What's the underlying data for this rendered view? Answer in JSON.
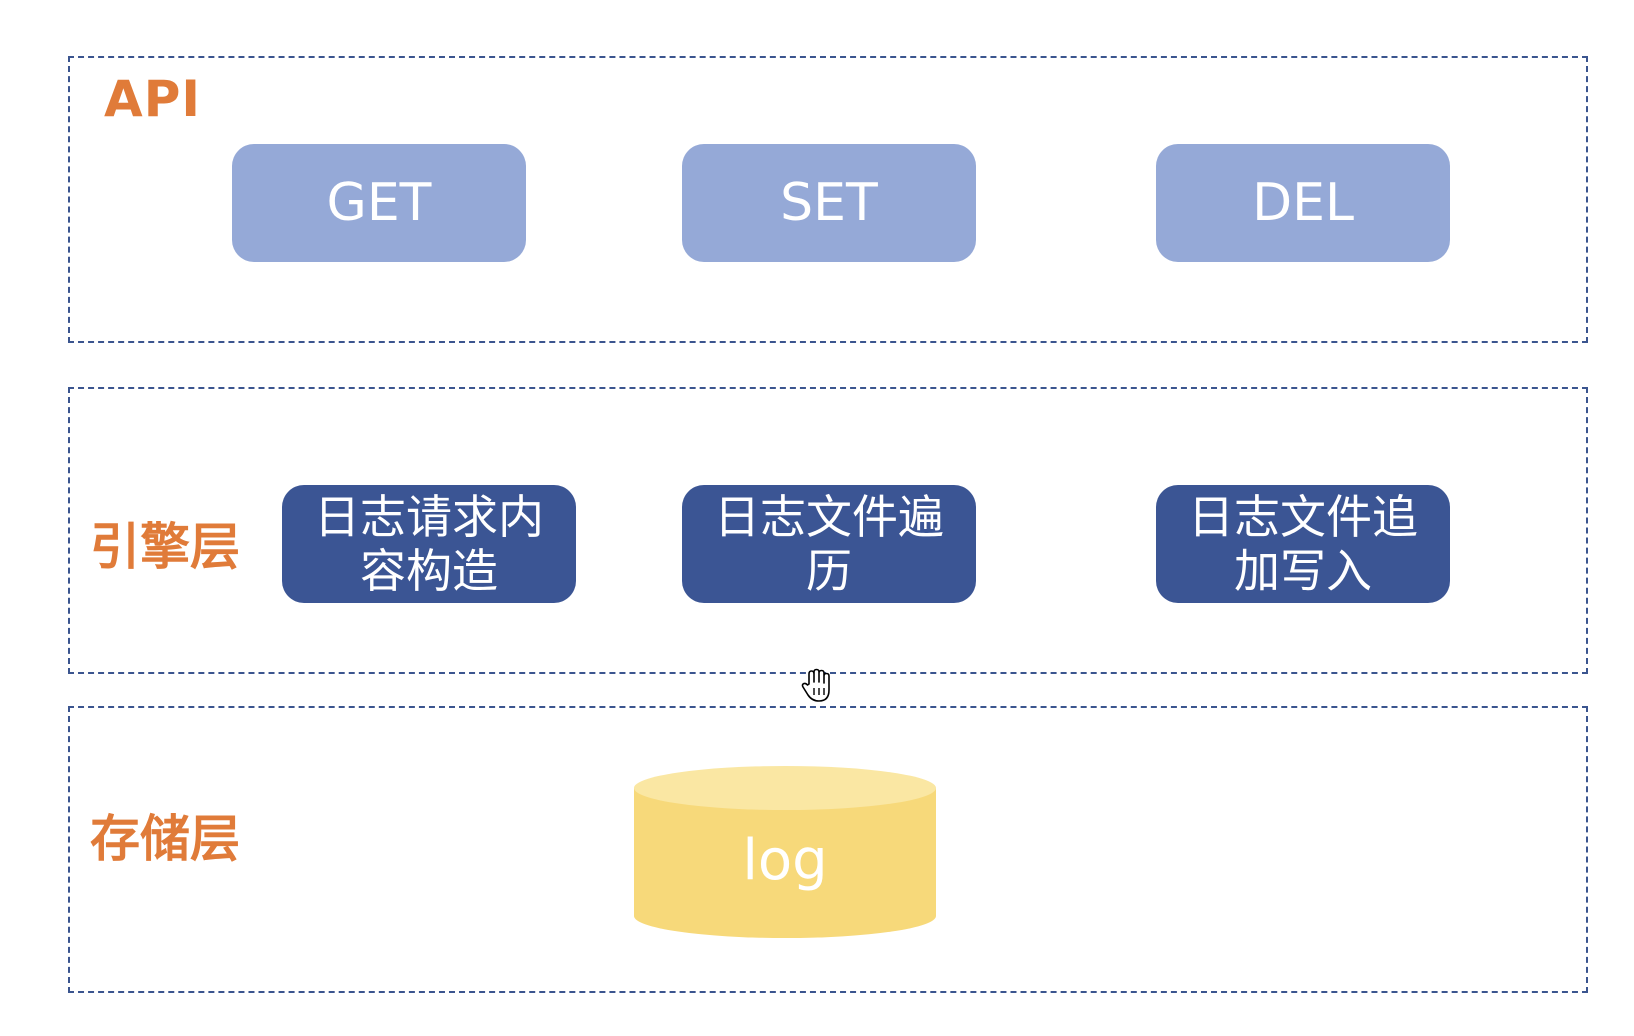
{
  "layers": {
    "api": {
      "label": "API",
      "boxes": [
        "GET",
        "SET",
        "DEL"
      ]
    },
    "engine": {
      "label": "引擎层",
      "boxes": [
        "日志请求内容构造",
        "日志文件遍历",
        "日志文件追加写入"
      ]
    },
    "storage": {
      "label": "存储层",
      "store": "log"
    }
  },
  "colors": {
    "label_accent": "#e07b39",
    "dashed_border": "#3b558f",
    "api_box": "#95a9d7",
    "engine_box": "#3b5594",
    "cylinder_top": "#fae7a3",
    "cylinder_body": "#f7d97a"
  },
  "icons": {
    "cursor": "hand-pointer-icon"
  }
}
